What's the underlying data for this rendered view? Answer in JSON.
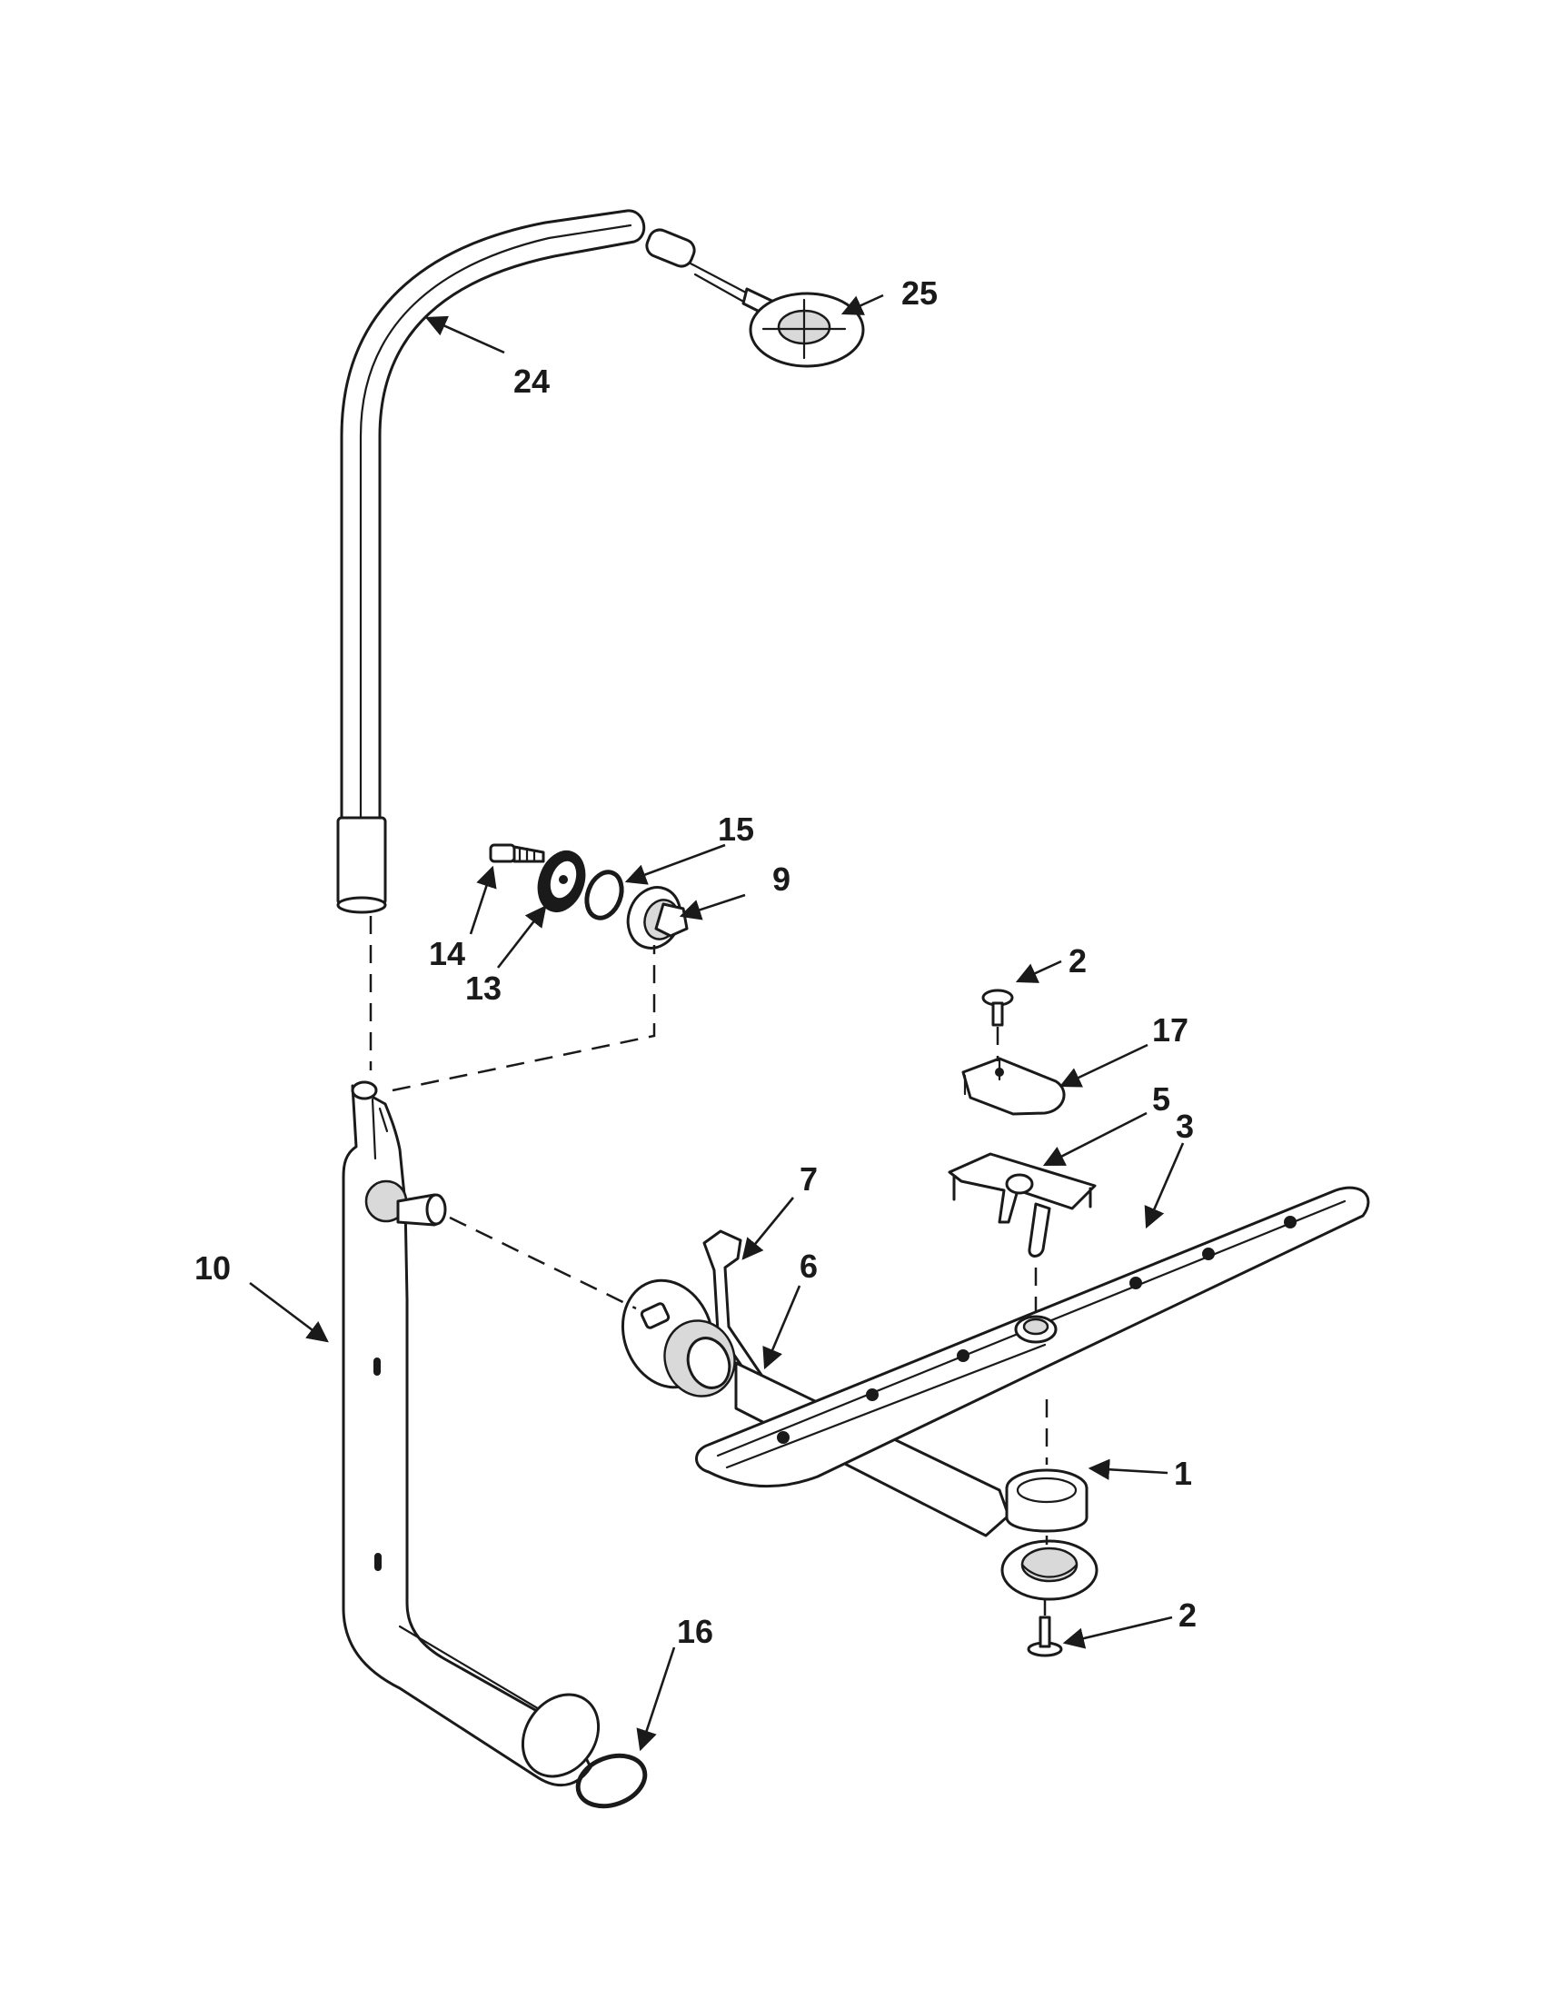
{
  "callouts": {
    "c1": "1",
    "c2_top": "2",
    "c2_bottom": "2",
    "c3": "3",
    "c5": "5",
    "c6": "6",
    "c7": "7",
    "c9": "9",
    "c10": "10",
    "c13": "13",
    "c14": "14",
    "c15": "15",
    "c16": "16",
    "c17": "17",
    "c24": "24",
    "c25": "25"
  }
}
